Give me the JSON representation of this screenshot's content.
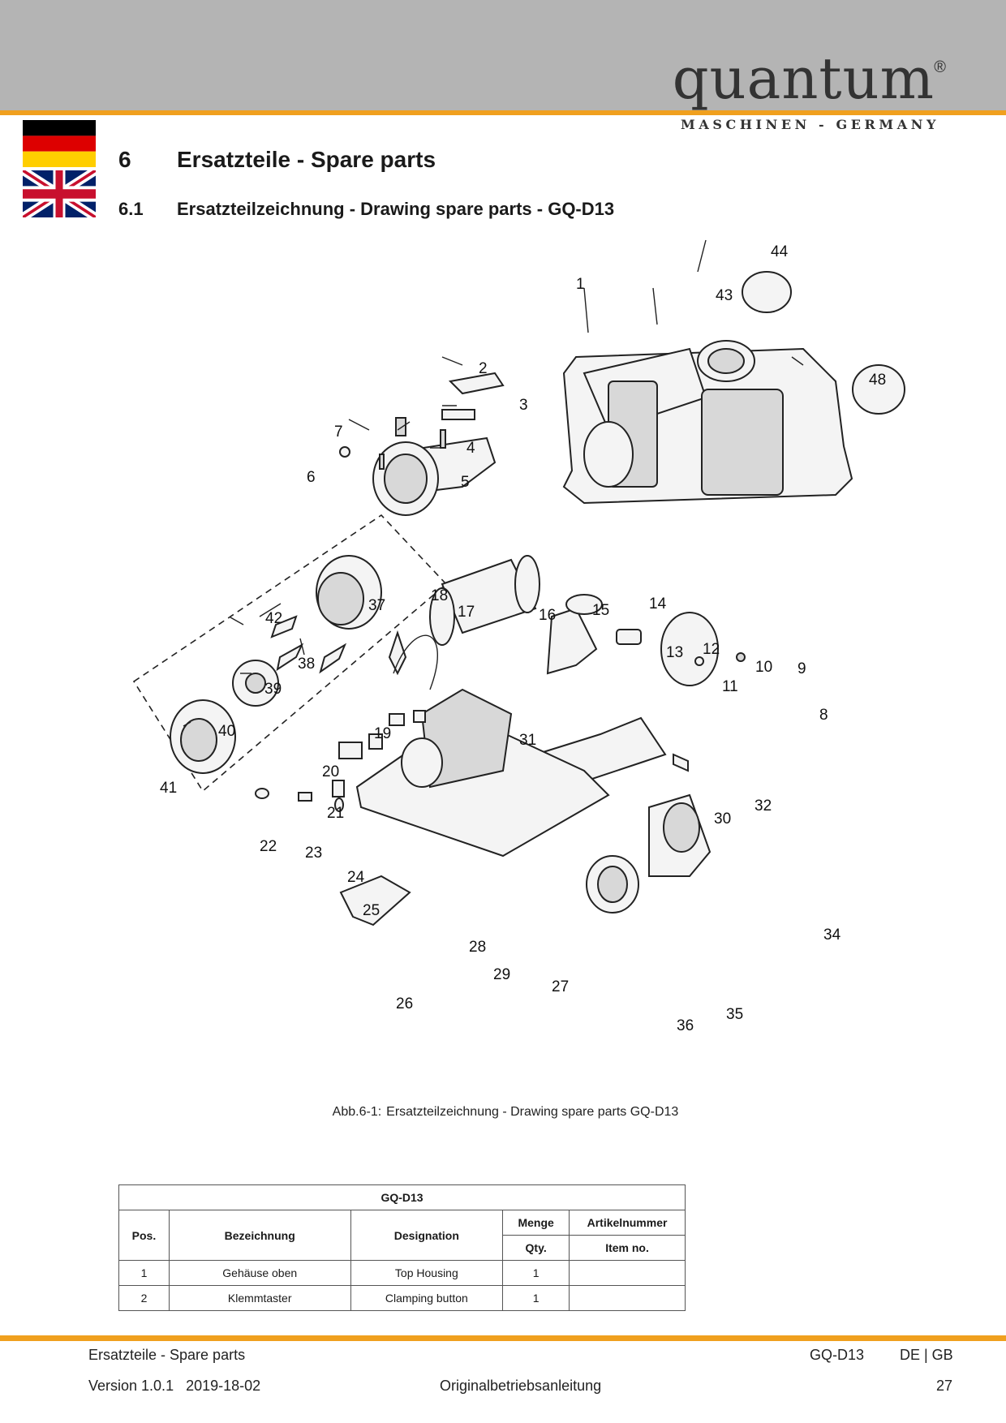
{
  "brand": {
    "name": "quantum",
    "reg": "®",
    "tagline": "MASCHINEN - GERMANY"
  },
  "flags": {
    "top": "german-flag",
    "bottom": "uk-flag"
  },
  "colors": {
    "header": "#b4b4b4",
    "accent": "#f0a01e"
  },
  "section": {
    "number": "6",
    "title": "Ersatzteile - Spare parts"
  },
  "subsection": {
    "number": "6.1",
    "title": "Ersatzteilzeichnung - Drawing spare parts - GQ-D13"
  },
  "drawing_labels": [
    "1",
    "2",
    "3",
    "4",
    "5",
    "6",
    "7",
    "8",
    "9",
    "10",
    "11",
    "12",
    "13",
    "14",
    "15",
    "16",
    "17",
    "18",
    "19",
    "20",
    "21",
    "22",
    "23",
    "24",
    "25",
    "26",
    "27",
    "28",
    "29",
    "30",
    "31",
    "32",
    "34",
    "35",
    "36",
    "37",
    "38",
    "39",
    "40",
    "41",
    "42",
    "43",
    "44",
    "48"
  ],
  "caption": {
    "label": "Abb.6-1:",
    "text": "Ersatzteilzeichnung - Drawing spare parts GQ-D13"
  },
  "table": {
    "title": "GQ-D13",
    "headers": {
      "pos": "Pos.",
      "bezeichnung": "Bezeichnung",
      "designation": "Designation",
      "menge": "Menge",
      "qty": "Qty.",
      "artikelnummer": "Artikelnummer",
      "item_no": "Item no."
    },
    "rows": [
      {
        "pos": "1",
        "bezeichnung": "Gehäuse oben",
        "designation": "Top Housing",
        "qty": "1",
        "item_no": ""
      },
      {
        "pos": "2",
        "bezeichnung": "Klemmtaster",
        "designation": "Clamping button",
        "qty": "1",
        "item_no": ""
      }
    ]
  },
  "footer": {
    "section": "Ersatzteile - Spare parts",
    "model": "GQ-D13",
    "lang": "DE | GB",
    "version": "Version 1.0.1",
    "date": "2019-18-02",
    "manual": "Originalbetriebsanleitung",
    "page": "27"
  }
}
